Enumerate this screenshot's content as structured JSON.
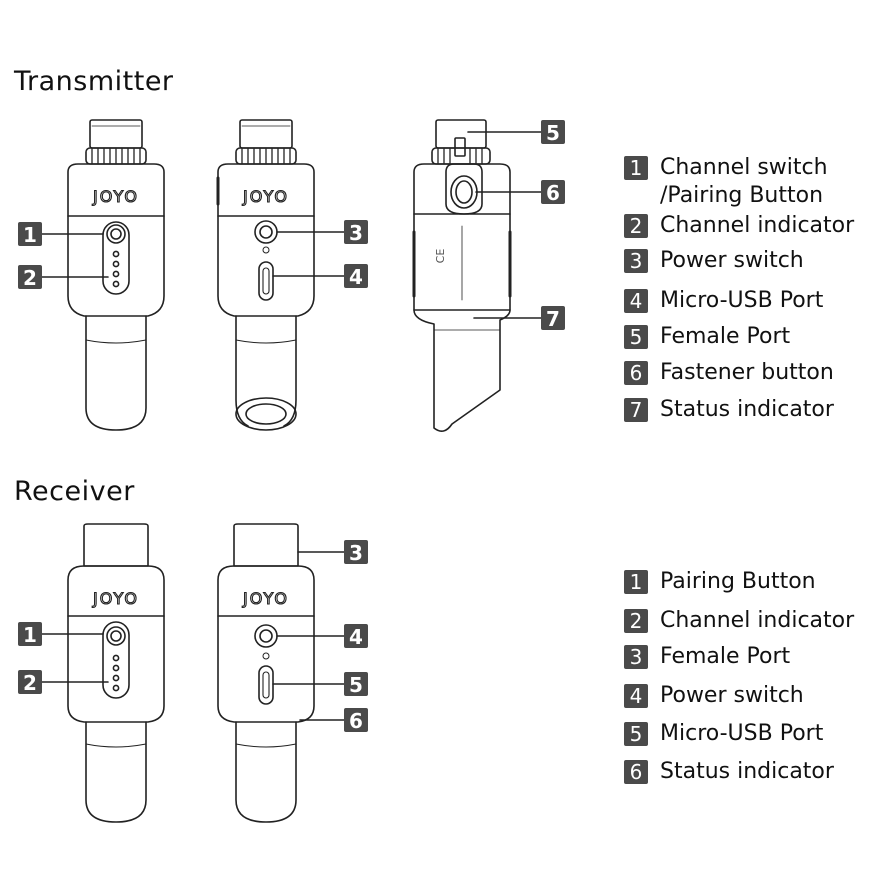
{
  "transmitter": {
    "title": "Transmitter",
    "legend": [
      {
        "num": "1",
        "text": "Channel switch\n/Pairing Button"
      },
      {
        "num": "2",
        "text": "Channel indicator"
      },
      {
        "num": "3",
        "text": "Power switch"
      },
      {
        "num": "4",
        "text": "Micro-USB Port"
      },
      {
        "num": "5",
        "text": "Female Port"
      },
      {
        "num": "6",
        "text": "Fastener button"
      },
      {
        "num": "7",
        "text": "Status indicator"
      }
    ]
  },
  "receiver": {
    "title": "Receiver",
    "legend": [
      {
        "num": "1",
        "text": "Pairing Button"
      },
      {
        "num": "2",
        "text": "Channel indicator"
      },
      {
        "num": "3",
        "text": "Female Port"
      },
      {
        "num": "4",
        "text": "Power switch"
      },
      {
        "num": "5",
        "text": "Micro-USB Port"
      },
      {
        "num": "6",
        "text": "Status indicator"
      }
    ]
  },
  "device": {
    "brand_logo": "JOYO",
    "markings": "CE"
  },
  "colors": {
    "outline": "#222222",
    "badge": "#4a4a4a",
    "background": "#ffffff"
  }
}
